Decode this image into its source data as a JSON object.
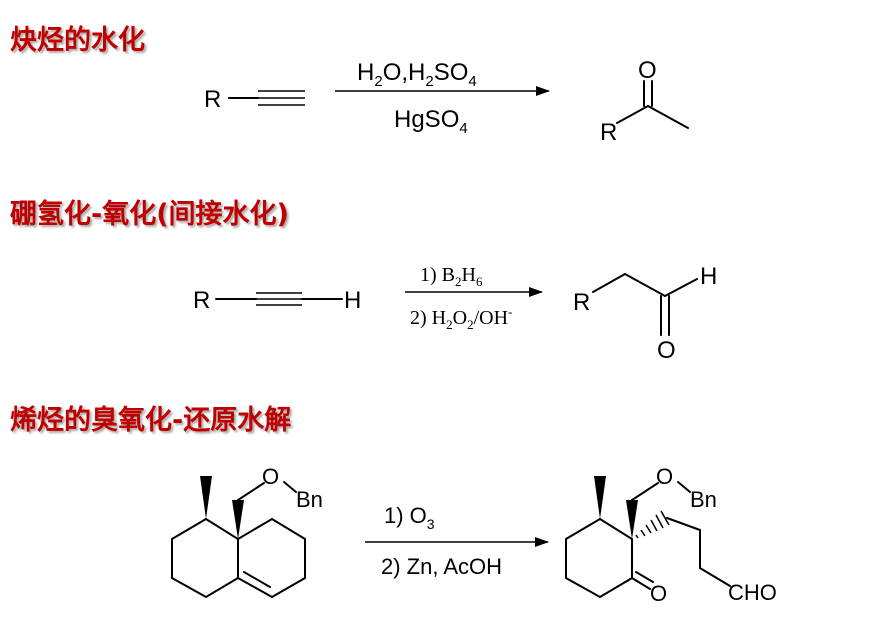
{
  "sections": [
    {
      "title": "炔烃的水化",
      "reaction": {
        "reactant": {
          "r": "R"
        },
        "reagents_above": [
          "H",
          "2",
          "O,H",
          "2",
          "SO",
          "4"
        ],
        "reagents_below": [
          "HgSO",
          "4"
        ],
        "product": {
          "o": "O",
          "r": "R"
        }
      }
    },
    {
      "title": "硼氢化-氧化(间接水化)",
      "reaction": {
        "reactant": {
          "r": "R",
          "h": "H"
        },
        "reagents_above": [
          "1) B",
          "2",
          "H",
          "6"
        ],
        "reagents_below": [
          "2) H",
          "2",
          "O",
          "2",
          "/OH",
          "-"
        ],
        "product": {
          "r": "R",
          "h": "H",
          "o": "O"
        }
      }
    },
    {
      "title": "烯烃的臭氧化-还原水解",
      "reaction": {
        "reactant": {
          "o": "O",
          "bn": "Bn"
        },
        "reagents_above": [
          "1) O",
          "3"
        ],
        "reagents_below": [
          "2) Zn, AcOH"
        ],
        "product": {
          "o": "O",
          "bn": "Bn",
          "ketone_o": "O",
          "cho": "CHO"
        }
      }
    }
  ],
  "colors": {
    "heading": "#c00000",
    "structure": "#000000"
  }
}
